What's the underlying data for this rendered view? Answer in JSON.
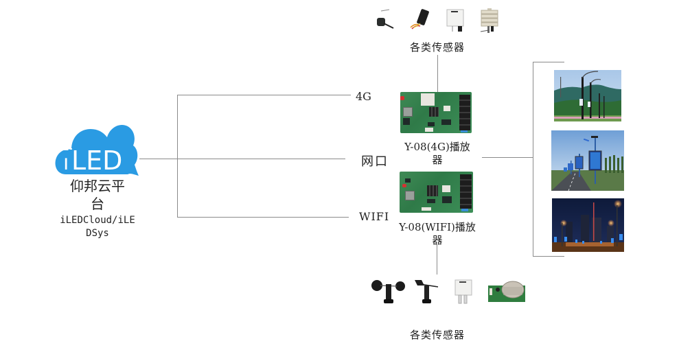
{
  "platform": {
    "logo_text": "iLED",
    "name_line1": "仰邦云平",
    "name_line2": "台",
    "system_line1": "iLEDCloud/iLE",
    "system_line2": "DSys",
    "logo_color": "#2a9be3"
  },
  "connections": {
    "items": [
      {
        "label": "4G"
      },
      {
        "label": "网口"
      },
      {
        "label": "WIFI"
      }
    ]
  },
  "players": [
    {
      "label_line1": "Y-08(4G)播放",
      "label_line2": "器"
    },
    {
      "label_line1": "Y-08(WIFI)播放",
      "label_line2": "器"
    }
  ],
  "sensors_top": {
    "label": "各类传感器",
    "icons": [
      "water-level-sensor-icon",
      "sensor-module-icon",
      "temperature-humidity-sensor-icon",
      "louver-box-sensor-icon"
    ]
  },
  "sensors_bottom": {
    "label": "各类传感器",
    "icons": [
      "anemometer-icon",
      "wind-vane-icon",
      "temperature-humidity-sensor-icon",
      "gas-sensor-board-icon"
    ]
  },
  "displays": {
    "photos": [
      "light-pole-screens-mountain-photo",
      "light-pole-screens-road-photo",
      "light-pole-screens-night-photo"
    ]
  },
  "colors": {
    "line": "#8a8a8a",
    "logo_blue": "#2a9be3",
    "board_green": "#3d8a55"
  }
}
